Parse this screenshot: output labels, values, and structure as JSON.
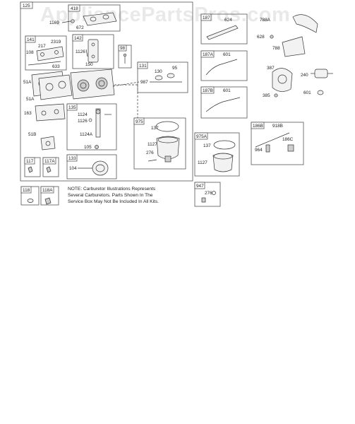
{
  "watermark": "AppliancePartsPros.com",
  "main_group": {
    "tag": "125"
  },
  "groups": [
    {
      "tag": "418",
      "parts": [
        "1169",
        "672"
      ]
    },
    {
      "tag": "141",
      "parts": [
        "217",
        "2319",
        "108",
        "633"
      ]
    },
    {
      "tag": "142",
      "parts": [
        "1126",
        "150"
      ]
    },
    {
      "tag": "98",
      "parts": []
    },
    {
      "tag": "131",
      "parts": [
        "130",
        "95",
        "987"
      ]
    },
    {
      "tag": "135",
      "parts": [
        "1124",
        "1126",
        "1124A",
        "105"
      ]
    },
    {
      "tag": "133",
      "parts": [
        "104"
      ]
    },
    {
      "tag": "975",
      "parts": [
        "137",
        "1127",
        "276"
      ]
    },
    {
      "tag": "117",
      "parts": []
    },
    {
      "tag": "117A",
      "parts": []
    },
    {
      "tag": "118",
      "parts": []
    },
    {
      "tag": "118A",
      "parts": []
    },
    {
      "tag": "187",
      "parts": [
        "624"
      ]
    },
    {
      "tag": "187A",
      "parts": [
        "601"
      ]
    },
    {
      "tag": "187B",
      "parts": [
        "601"
      ]
    },
    {
      "tag": "975A",
      "parts": [
        "137",
        "1127"
      ]
    },
    {
      "tag": "947",
      "parts": [
        "276"
      ]
    },
    {
      "tag": "186B",
      "parts": [
        "918B",
        "186C",
        "964"
      ]
    }
  ],
  "loose_labels": [
    "51A",
    "51A",
    "163",
    "51B",
    "788A",
    "628",
    "788",
    "387",
    "240",
    "385",
    "601"
  ],
  "note_lines": [
    "NOTE: Carburetor Illustrations Represents",
    "Several Carburetors. Parts Shown In The",
    "Service Box May Not Be Included In All Kits."
  ]
}
